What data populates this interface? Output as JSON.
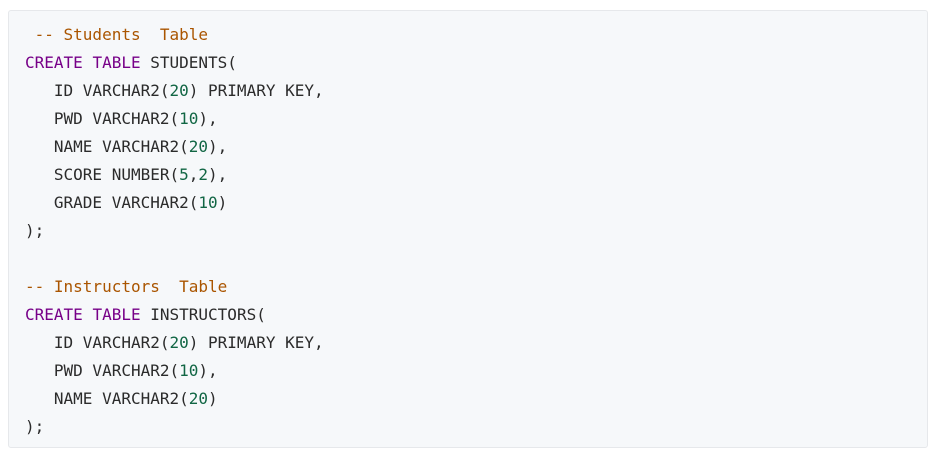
{
  "code": {
    "lines": [
      [
        {
          "t": "cm",
          "v": " -- Students  Table"
        }
      ],
      [
        {
          "t": "kw",
          "v": "CREATE"
        },
        {
          "t": "plain",
          "v": " "
        },
        {
          "t": "kw",
          "v": "TABLE"
        },
        {
          "t": "plain",
          "v": " STUDENTS("
        }
      ],
      [
        {
          "t": "plain",
          "v": "   ID VARCHAR2("
        },
        {
          "t": "num",
          "v": "20"
        },
        {
          "t": "plain",
          "v": ") PRIMARY KEY,"
        }
      ],
      [
        {
          "t": "plain",
          "v": "   PWD VARCHAR2("
        },
        {
          "t": "num",
          "v": "10"
        },
        {
          "t": "plain",
          "v": "),"
        }
      ],
      [
        {
          "t": "plain",
          "v": "   NAME VARCHAR2("
        },
        {
          "t": "num",
          "v": "20"
        },
        {
          "t": "plain",
          "v": "),"
        }
      ],
      [
        {
          "t": "plain",
          "v": "   SCORE NUMBER("
        },
        {
          "t": "num",
          "v": "5"
        },
        {
          "t": "plain",
          "v": ","
        },
        {
          "t": "num",
          "v": "2"
        },
        {
          "t": "plain",
          "v": "),"
        }
      ],
      [
        {
          "t": "plain",
          "v": "   GRADE VARCHAR2("
        },
        {
          "t": "num",
          "v": "10"
        },
        {
          "t": "plain",
          "v": ")"
        }
      ],
      [
        {
          "t": "plain",
          "v": ");"
        }
      ],
      [
        {
          "t": "plain",
          "v": ""
        }
      ],
      [
        {
          "t": "cm",
          "v": "-- Instructors  Table"
        }
      ],
      [
        {
          "t": "kw",
          "v": "CREATE"
        },
        {
          "t": "plain",
          "v": " "
        },
        {
          "t": "kw",
          "v": "TABLE"
        },
        {
          "t": "plain",
          "v": " INSTRUCTORS("
        }
      ],
      [
        {
          "t": "plain",
          "v": "   ID VARCHAR2("
        },
        {
          "t": "num",
          "v": "20"
        },
        {
          "t": "plain",
          "v": ") PRIMARY KEY,"
        }
      ],
      [
        {
          "t": "plain",
          "v": "   PWD VARCHAR2("
        },
        {
          "t": "num",
          "v": "10"
        },
        {
          "t": "plain",
          "v": "),"
        }
      ],
      [
        {
          "t": "plain",
          "v": "   NAME VARCHAR2("
        },
        {
          "t": "num",
          "v": "20"
        },
        {
          "t": "plain",
          "v": ")"
        }
      ],
      [
        {
          "t": "plain",
          "v": ");"
        }
      ]
    ]
  },
  "colors": {
    "keyword": "#770088",
    "comment": "#aa5500",
    "number": "#116644",
    "text": "#2b2b2b",
    "background": "#f6f8fa"
  }
}
